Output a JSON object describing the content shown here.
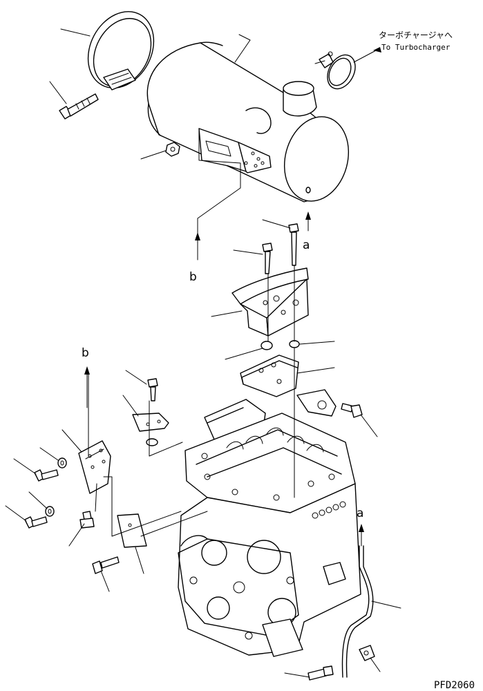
{
  "annotations": {
    "turbo_jp": "ターボチャージャへ",
    "turbo_en": "To Turbocharger",
    "ref_a_top": "a",
    "ref_b_top": "b",
    "ref_b_left": "b",
    "ref_a_right": "a",
    "drawing_code": "PFD2060"
  },
  "style": {
    "line_color": "#000000",
    "background": "#ffffff"
  }
}
